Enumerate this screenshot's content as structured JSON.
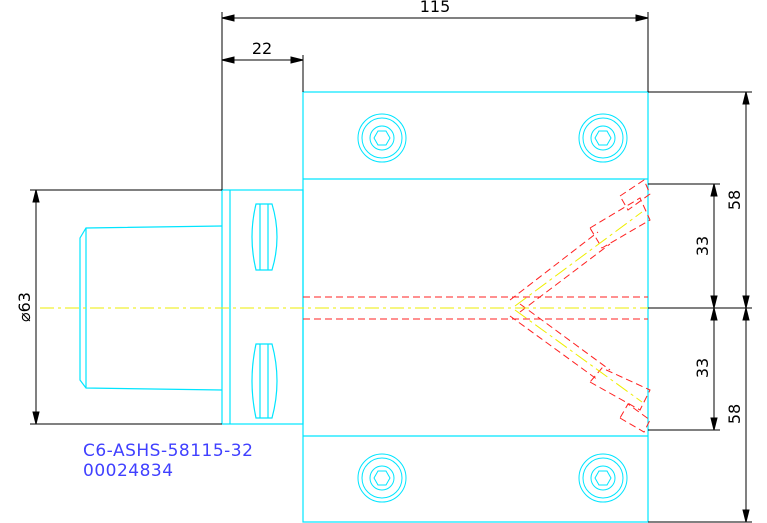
{
  "drawing": {
    "dimensions": {
      "overall_length": "115",
      "shank_offset": "22",
      "diameter": "⌀63",
      "upper_half_height": "58",
      "lower_half_height": "58",
      "upper_port_offset": "33",
      "lower_port_offset": "33"
    },
    "part_number": "C6-ASHS-58115-32",
    "serial_number": "00024834"
  },
  "colors": {
    "outline": "#00e5ff",
    "hidden": "#ff2020",
    "center": "#eeee00",
    "dimension": "#000000",
    "label": "#4040ff"
  }
}
